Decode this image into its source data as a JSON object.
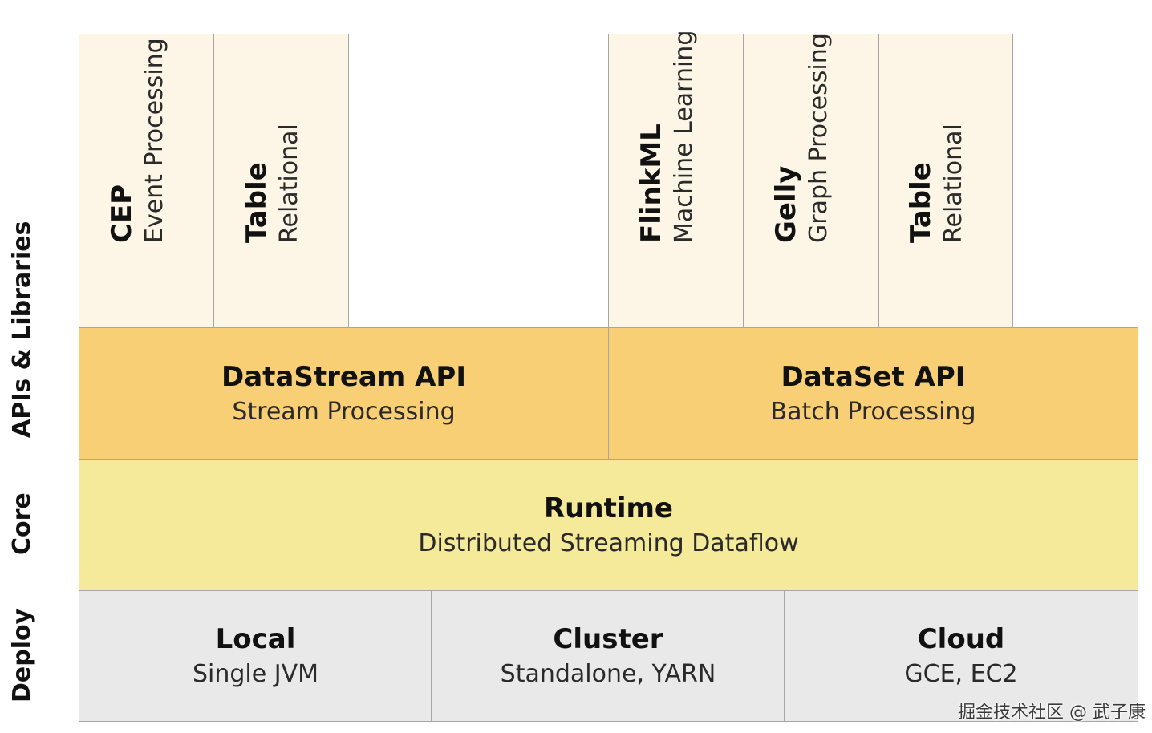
{
  "side_labels": {
    "apis": "APIs & Libraries",
    "core": "Core",
    "deploy": "Deploy"
  },
  "libraries": {
    "cep": {
      "title": "CEP",
      "subtitle": "Event Processing"
    },
    "table_stream": {
      "title": "Table",
      "subtitle": "Relational"
    },
    "flinkml": {
      "title": "FlinkML",
      "subtitle": "Machine Learning"
    },
    "gelly": {
      "title": "Gelly",
      "subtitle": "Graph Processing"
    },
    "table_batch": {
      "title": "Table",
      "subtitle": "Relational"
    }
  },
  "apis": {
    "datastream": {
      "title": "DataStream API",
      "subtitle": "Stream Processing"
    },
    "dataset": {
      "title": "DataSet API",
      "subtitle": "Batch Processing"
    }
  },
  "core": {
    "runtime": {
      "title": "Runtime",
      "subtitle": "Distributed Streaming Dataflow"
    }
  },
  "deploy": {
    "local": {
      "title": "Local",
      "subtitle": "Single JVM"
    },
    "cluster": {
      "title": "Cluster",
      "subtitle": "Standalone, YARN"
    },
    "cloud": {
      "title": "Cloud",
      "subtitle": "GCE, EC2"
    }
  },
  "watermark": "掘金技术社区 @ 武子康",
  "colors": {
    "library": "#fdf6e6",
    "api": "#f9cf76",
    "core": "#f5ea9a",
    "deploy": "#e9e9e9",
    "border": "#a6a6a6"
  }
}
